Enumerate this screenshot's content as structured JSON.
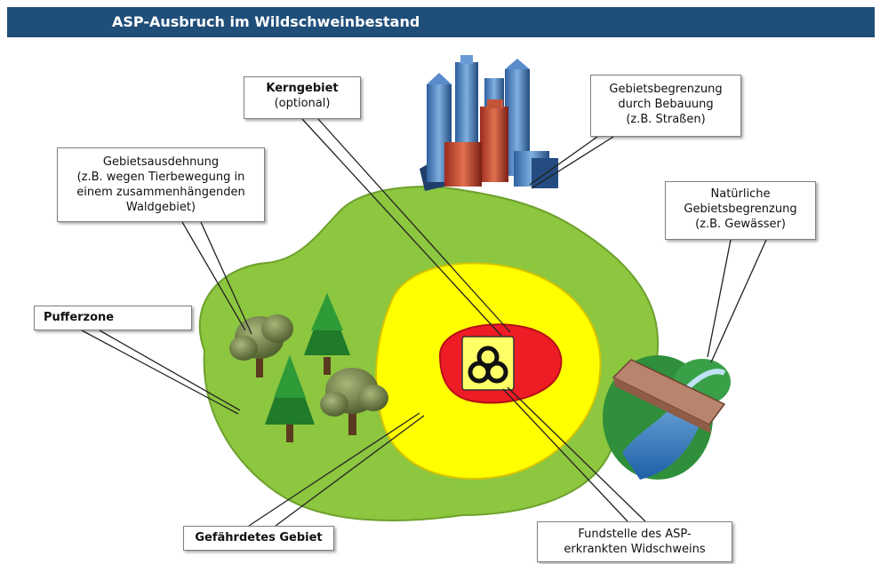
{
  "header": {
    "title": "ASP-Ausbruch im Wildschweinbestand"
  },
  "callouts": {
    "kerngebiet": {
      "title": "Kerngebiet",
      "note": "(optional)"
    },
    "bebauung": {
      "line1": "Gebietsbegrenzung",
      "line2": "durch Bebauung",
      "line3": "(z.B. Straßen)"
    },
    "ausdehnung": {
      "line1": "Gebietsausdehnung",
      "line2": "(z.B. wegen Tierbewegung in",
      "line3": "einem zusammenhängenden",
      "line4": "Waldgebiet)"
    },
    "natuerlich": {
      "line1": "Natürliche",
      "line2": "Gebietsbegrenzung",
      "line3": "(z.B. Gewässer)"
    },
    "pufferzone": {
      "title": "Pufferzone"
    },
    "gefaehrdet": {
      "title": "Gefährdetes Gebiet"
    },
    "fundstelle": {
      "line1": "Fundstelle des ASP-",
      "line2": "erkrankten Widschweins"
    }
  },
  "colors": {
    "title_bar": "#1f4e79",
    "buffer_zone": "#8dc63f",
    "endangered_zone": "#ffff00",
    "core_zone": "#ee1c25",
    "hazard_badge": "#ffff66"
  },
  "icons": [
    "city-icon",
    "tree-icon",
    "river-bridge-icon",
    "biohazard-icon"
  ]
}
